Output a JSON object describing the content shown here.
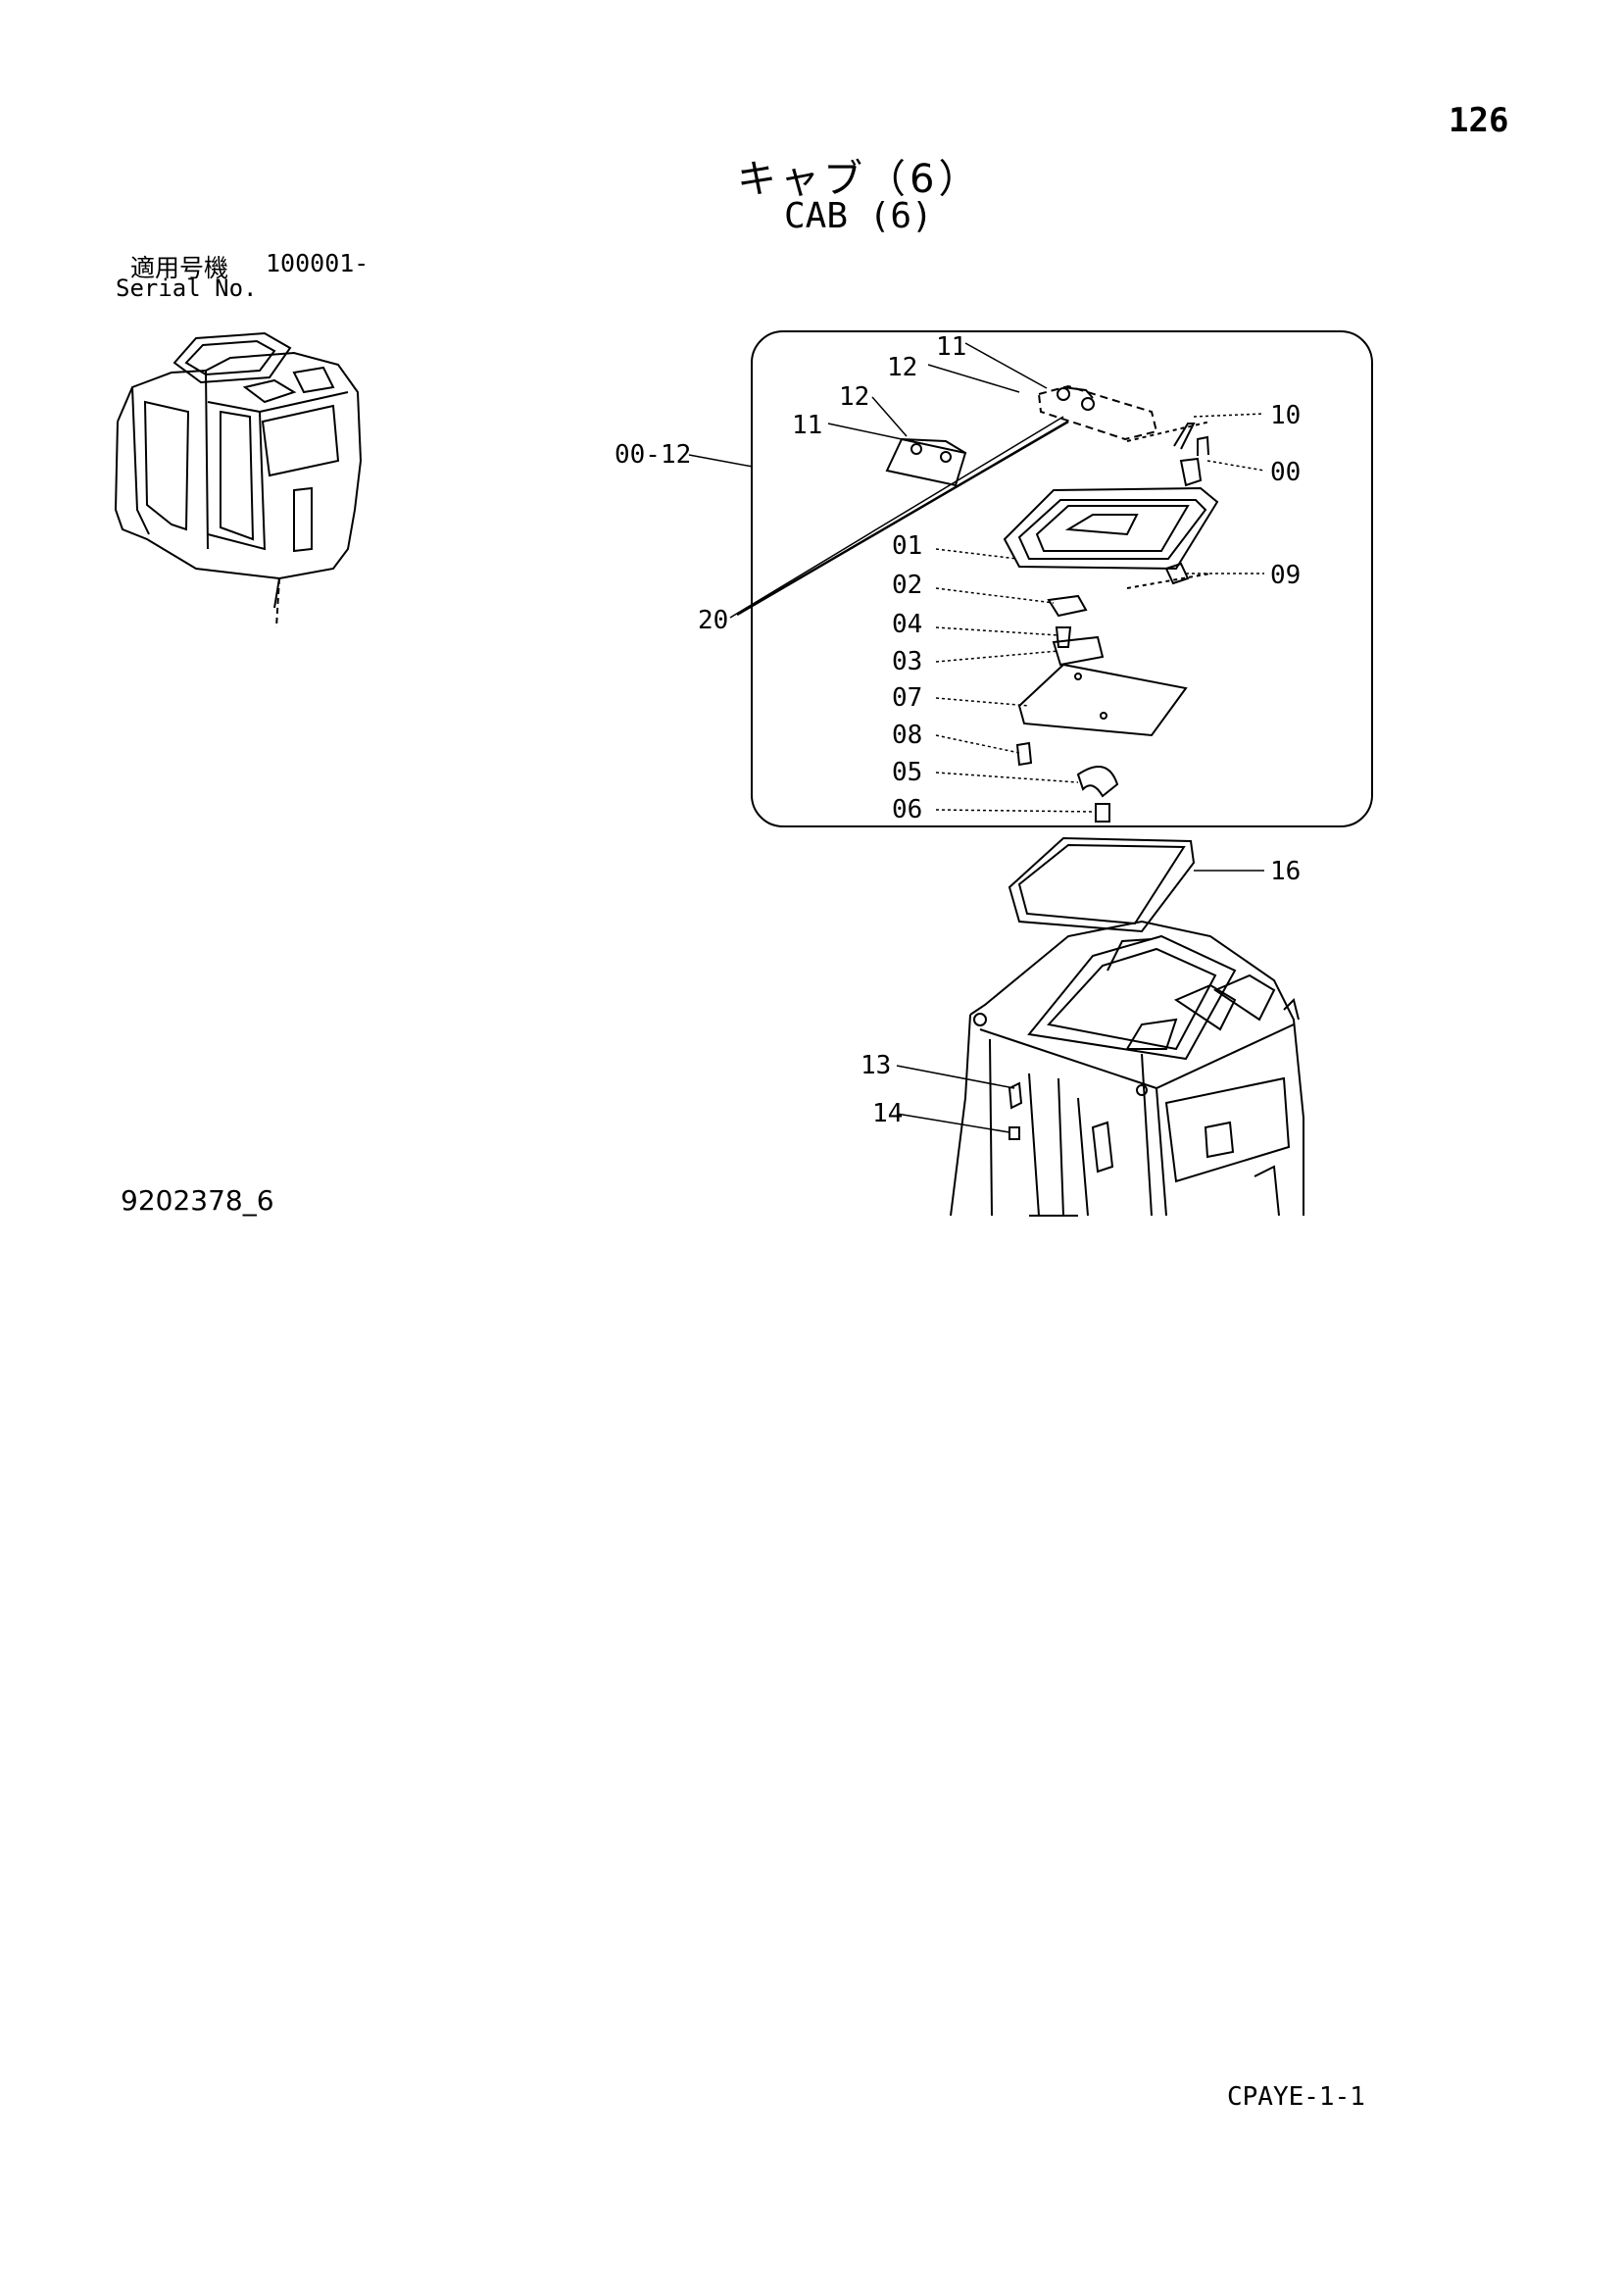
{
  "page_number": "126",
  "title_jp": "キャブ（6）",
  "title_en": "CAB (6)",
  "serial_label_jp": "適用号機",
  "serial_value": "100001-",
  "serial_label_en": "Serial No.",
  "figure_id": "9202378_6",
  "footer_code": "CPAYE-1-1",
  "callouts": {
    "c11a": "11",
    "c12a": "12",
    "c12b": "12",
    "c11b": "11",
    "c10": "10",
    "c00": "00",
    "c0012": "00-12",
    "c01": "01",
    "c02": "02",
    "c09": "09",
    "c04": "04",
    "c20": "20",
    "c03": "03",
    "c07": "07",
    "c08": "08",
    "c05": "05",
    "c06": "06",
    "c16": "16",
    "c13": "13",
    "c14": "14"
  }
}
